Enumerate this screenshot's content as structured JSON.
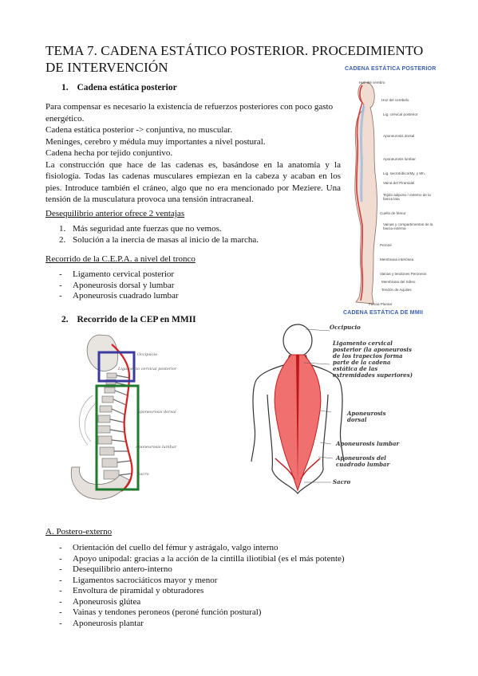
{
  "title": "TEMA 7. CADENA ESTÁTICO POSTERIOR. PROCEDIMIENTO DE INTERVENCIÓN",
  "section1": {
    "number": "1.",
    "heading": "Cadena estática posterior",
    "paragraphs": [
      "Para compensar es necesario la existencia de refuerzos posteriores con poco gasto energético.",
      "Cadena estática posterior -> conjuntiva, no muscular.",
      "Meninges, cerebro y médula muy importantes a nivel postural.",
      "Cadena hecha por tejido conjuntivo.",
      "La construcción que hace de las cadenas es, basándose en la anatomía y la fisiología. Todas las cadenas musculares empiezan en la cabeza y acaban en los pies. Introduce también el cráneo, algo que no era mencionado por Meziere. Una tensión de la musculatura provoca una tensión intracraneal."
    ],
    "desequilibrio_heading": "Desequilibrio anterior ofrece 2 ventajas",
    "ventajas": [
      {
        "marker": "1.",
        "text": "Más seguridad ante fuerzas que no vemos."
      },
      {
        "marker": "2.",
        "text": "Solución a la inercia de masas al inicio de la marcha."
      }
    ],
    "recorrido_heading": "Recorrido de la C.E.P.A. a nivel del tronco",
    "recorrido_items": [
      {
        "marker": "-",
        "text": "Ligamento cervical posterior"
      },
      {
        "marker": "-",
        "text": "Aponeurosis dorsal y lumbar"
      },
      {
        "marker": "-",
        "text": "Aponeurosis cuadrado lumbar"
      }
    ]
  },
  "figure_right": {
    "caption_top": "CADENA ESTÁTICA POSTERIOR",
    "caption_bottom": "CADENA ESTÁTICA DE MMII",
    "labels": [
      "Hoz del cerebro",
      "Hoz del cerebelo",
      "Lig. cervical posterior",
      "Aponeurosis dorsal",
      "Aponeurosis lumbar",
      "Lig. sacrotúbico/My. y Mn.",
      "Vaina del Piramidal",
      "Tejido adiposo / externo de la fascia lata",
      "Cuello de fémur",
      "Vainas y compartimentos de la fascia externa",
      "Peroné",
      "Membrana interósea",
      "Vainas y tendones Peroneos",
      "Membrana del Sóleo",
      "Tendón de Aquiles",
      "Fascia Plantar"
    ]
  },
  "section2": {
    "number": "2.",
    "heading": "Recorrido de la CEP en MMII"
  },
  "figure_spine": {
    "labels": [
      "Occipucio",
      "Ligamento cervical posterior",
      "Aponeurosis dorsal",
      "Aponeurosis lumbar",
      "Sacro"
    ],
    "box_colors": {
      "upper": "#3a3aa0",
      "lower": "#1f7a2e",
      "line": "#d42020"
    }
  },
  "figure_back": {
    "labels": [
      "Occipucio",
      "Ligamento cervical posterior (la aponeurosis de los trapecios forma parte de la cadena estática de las extremidades superiores)",
      "Aponeurosis dorsal",
      "Aponeurosis lumbar",
      "Aponeurosis del cuadrado lumbar",
      "Sacro"
    ]
  },
  "sectionA": {
    "heading": "A. Postero-externo",
    "items": [
      {
        "marker": "-",
        "text": "Orientación del cuello del fémur y astrágalo, valgo interno"
      },
      {
        "marker": "-",
        "text": "Apoyo unipodal: gracias a la acción de la cintilla iliotibial (es el más potente)"
      },
      {
        "marker": "-",
        "text": "Desequilibrio antero-interno"
      },
      {
        "marker": "-",
        "text": "Ligamentos sacrociáticos mayor y menor"
      },
      {
        "marker": "-",
        "text": "Envoltura de piramidal y obturadores"
      },
      {
        "marker": "-",
        "text": "Aponeurosis glútea"
      },
      {
        "marker": "-",
        "text": "Vainas y tendones peroneos (peroné función postural)"
      },
      {
        "marker": "-",
        "text": "Aponeurosis plantar"
      }
    ]
  }
}
